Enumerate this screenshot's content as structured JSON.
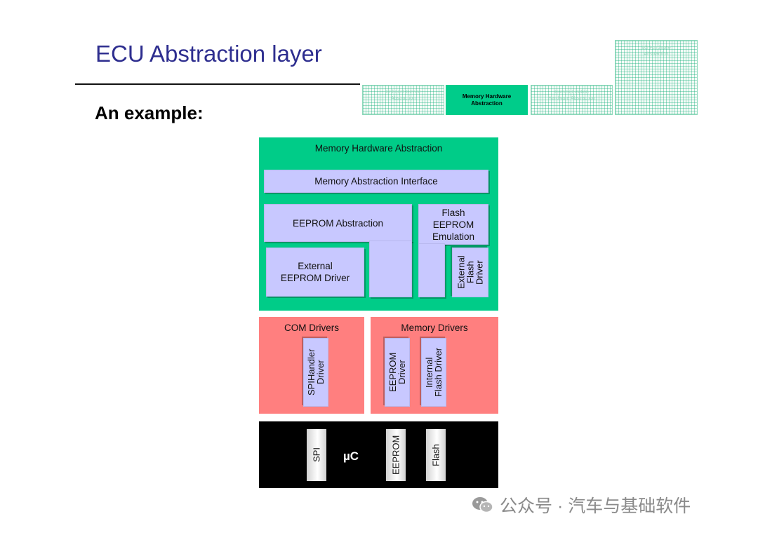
{
  "slide": {
    "title": "ECU Abstraction layer",
    "subtitle": "An example:"
  },
  "nav": {
    "active_label": "Memory Hardware\nAbstraction",
    "ghost_left": "Onboard Device\nAbstraction",
    "ghost_right": "Communication\nHardware Abstraction",
    "ghost_top": "I/O Hardware\nAbstraction"
  },
  "diagram": {
    "memory_hw_abstraction": "Memory Hardware Abstraction",
    "memory_abstraction_interface": "Memory Abstraction Interface",
    "eeprom_abstraction": "EEPROM Abstraction",
    "flash_eeprom_emulation": "Flash\nEEPROM\nEmulation",
    "external_eeprom_driver": "External\nEEPROM Driver",
    "external_flash_driver": "External\nFlash\nDriver",
    "com_drivers": "COM Drivers",
    "spi_handler_driver": "SPIHandler\nDriver",
    "memory_drivers": "Memory Drivers",
    "eeprom_driver": "EEPROM\nDriver",
    "internal_flash_driver": "Internal\nFlash Driver",
    "chip_spi": "SPI",
    "microcontroller": "µC",
    "chip_eeprom": "EEPROM",
    "chip_flash": "Flash"
  },
  "watermark": {
    "text": "公众号 · 汽车与基础软件",
    "icon": "wechat-icon"
  },
  "colors": {
    "title": "#2e2e8f",
    "green": "#00cc88",
    "lavender": "#c8c8ff",
    "red": "#ff7f7f",
    "black": "#000000"
  }
}
